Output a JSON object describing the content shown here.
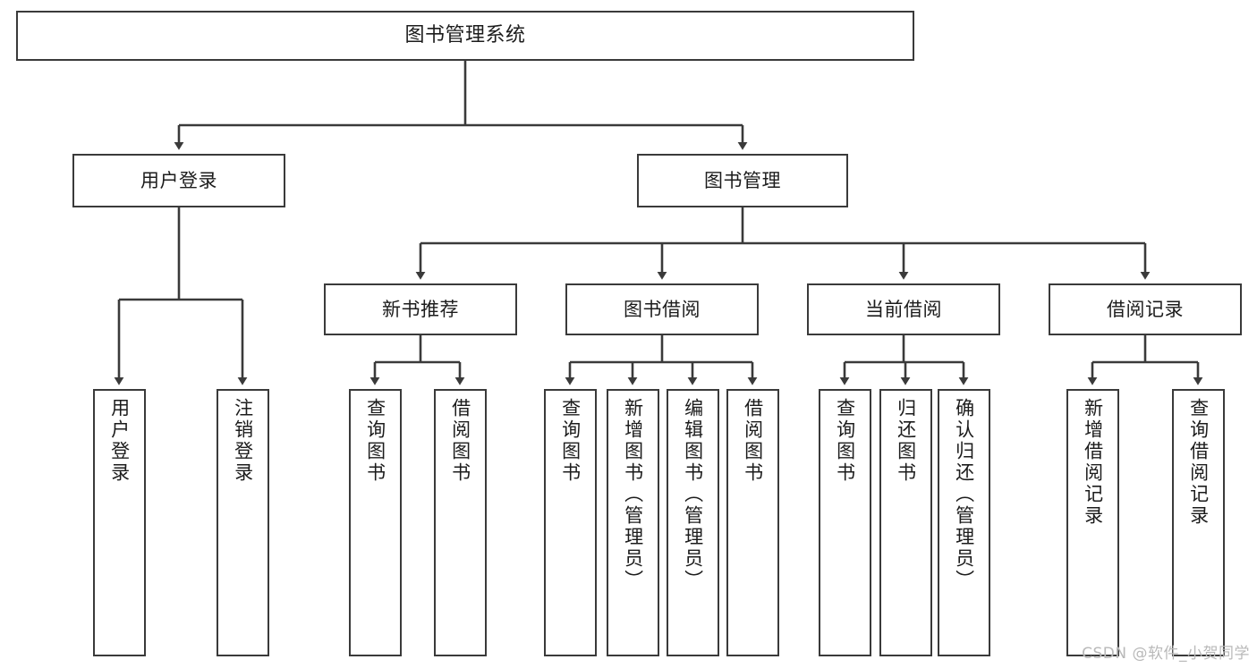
{
  "diagram": {
    "title": "图书管理系统",
    "type": "tree-hierarchy-diagram",
    "colors": {
      "box_border": "#3a3a3a",
      "box_fill": "#ffffff",
      "connector": "#3a3a3a",
      "text": "#1c1c1c",
      "watermark": "#b9b9b9",
      "background": "#ffffff"
    },
    "root": {
      "label": "图书管理系统"
    },
    "level2": [
      {
        "label": "用户登录"
      },
      {
        "label": "图书管理"
      }
    ],
    "level3": [
      {
        "label": "新书推荐"
      },
      {
        "label": "图书借阅"
      },
      {
        "label": "当前借阅"
      },
      {
        "label": "借阅记录"
      }
    ],
    "leaves": {
      "user_login": [
        {
          "label": "用户登录"
        },
        {
          "label": "注销登录"
        }
      ],
      "new_book_recommend": [
        {
          "label": "查询图书"
        },
        {
          "label": "借阅图书"
        }
      ],
      "book_borrow": [
        {
          "label": "查询图书"
        },
        {
          "label": "新增图书（管理员）"
        },
        {
          "label": "编辑图书（管理员）"
        },
        {
          "label": "借阅图书"
        }
      ],
      "current_borrow": [
        {
          "label": "查询图书"
        },
        {
          "label": "归还图书"
        },
        {
          "label": "确认归还（管理员）"
        }
      ],
      "borrow_record": [
        {
          "label": "新增借阅记录"
        },
        {
          "label": "查询借阅记录"
        }
      ]
    }
  },
  "watermark": {
    "text": "CSDN @软件_小贺同学"
  }
}
